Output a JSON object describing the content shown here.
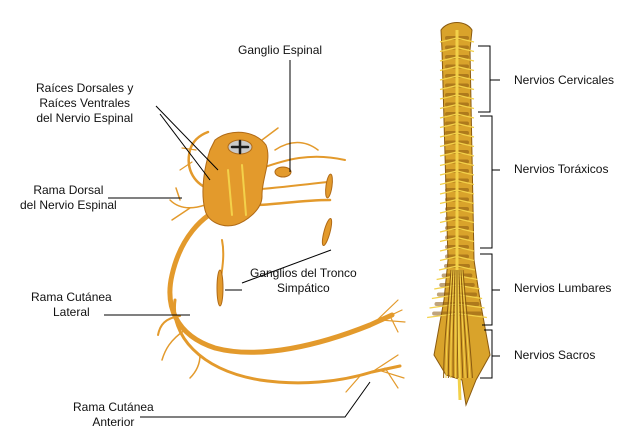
{
  "colors": {
    "nerve": "#e39a2c",
    "nerve_dark": "#b06a16",
    "spine_body": "#d9a32b",
    "spine_light": "#f3d14a",
    "spine_dark": "#8a5a10",
    "leader_line": "#000000",
    "bracket": "#000000"
  },
  "labels": {
    "ganglio_espinal": "Ganglio Espinal",
    "raices": [
      "Raíces Dorsales y",
      "Raíces Ventrales",
      "del Nervio Espinal"
    ],
    "rama_dorsal": [
      "Rama Dorsal",
      "del Nervio Espinal"
    ],
    "ganglios_tronco": [
      "Ganglios del Tronco",
      "Simpático"
    ],
    "rama_cutanea_lateral": [
      "Rama Cutánea",
      "Lateral"
    ],
    "rama_cutanea_anterior": [
      "Rama Cutánea",
      "Anterior"
    ]
  },
  "spine_sections": {
    "cervicales": "Nervios Cervicales",
    "toraxicos": "Nervios Toráxicos",
    "lumbares": "Nervios Lumbares",
    "sacros": "Nervios Sacros"
  }
}
